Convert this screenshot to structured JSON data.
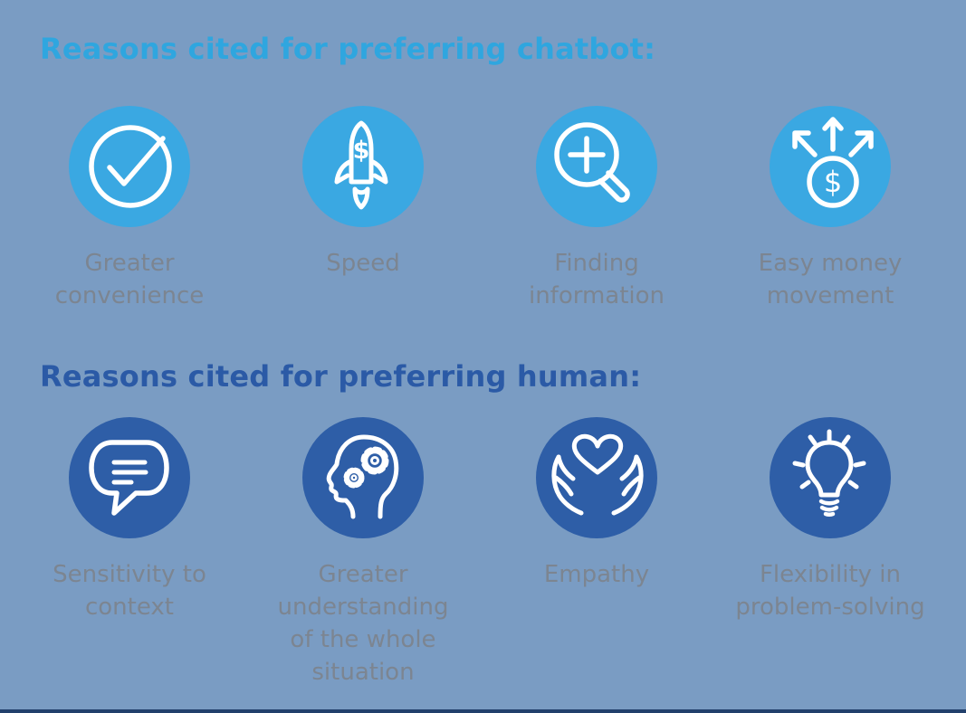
{
  "page": {
    "background_color": "#7a9cc3",
    "bottom_bar_color": "#22406c",
    "label_text_color": "#7c8591"
  },
  "sections": [
    {
      "heading": "Reasons cited for preferring chatbot:",
      "heading_color": "#2fa6df",
      "circle_color": "#3aa8e2",
      "items": [
        {
          "icon": "checkmark-circle-icon",
          "label": "Greater\nconvenience"
        },
        {
          "icon": "rocket-dollar-icon",
          "label": "Speed"
        },
        {
          "icon": "magnifier-plus-icon",
          "label": "Finding\ninformation"
        },
        {
          "icon": "money-arrows-icon",
          "label": "Easy money\nmovement"
        }
      ]
    },
    {
      "heading": "Reasons cited for preferring human:",
      "heading_color": "#2b5aa6",
      "circle_color": "#2e5ea7",
      "items": [
        {
          "icon": "speech-bubble-icon",
          "label": "Sensitivity to\ncontext"
        },
        {
          "icon": "head-gears-icon",
          "label": "Greater\nunderstanding\nof the whole\nsituation"
        },
        {
          "icon": "hands-heart-icon",
          "label": "Empathy"
        },
        {
          "icon": "lightbulb-icon",
          "label": "Flexibility in\nproblem-solving"
        }
      ]
    }
  ]
}
